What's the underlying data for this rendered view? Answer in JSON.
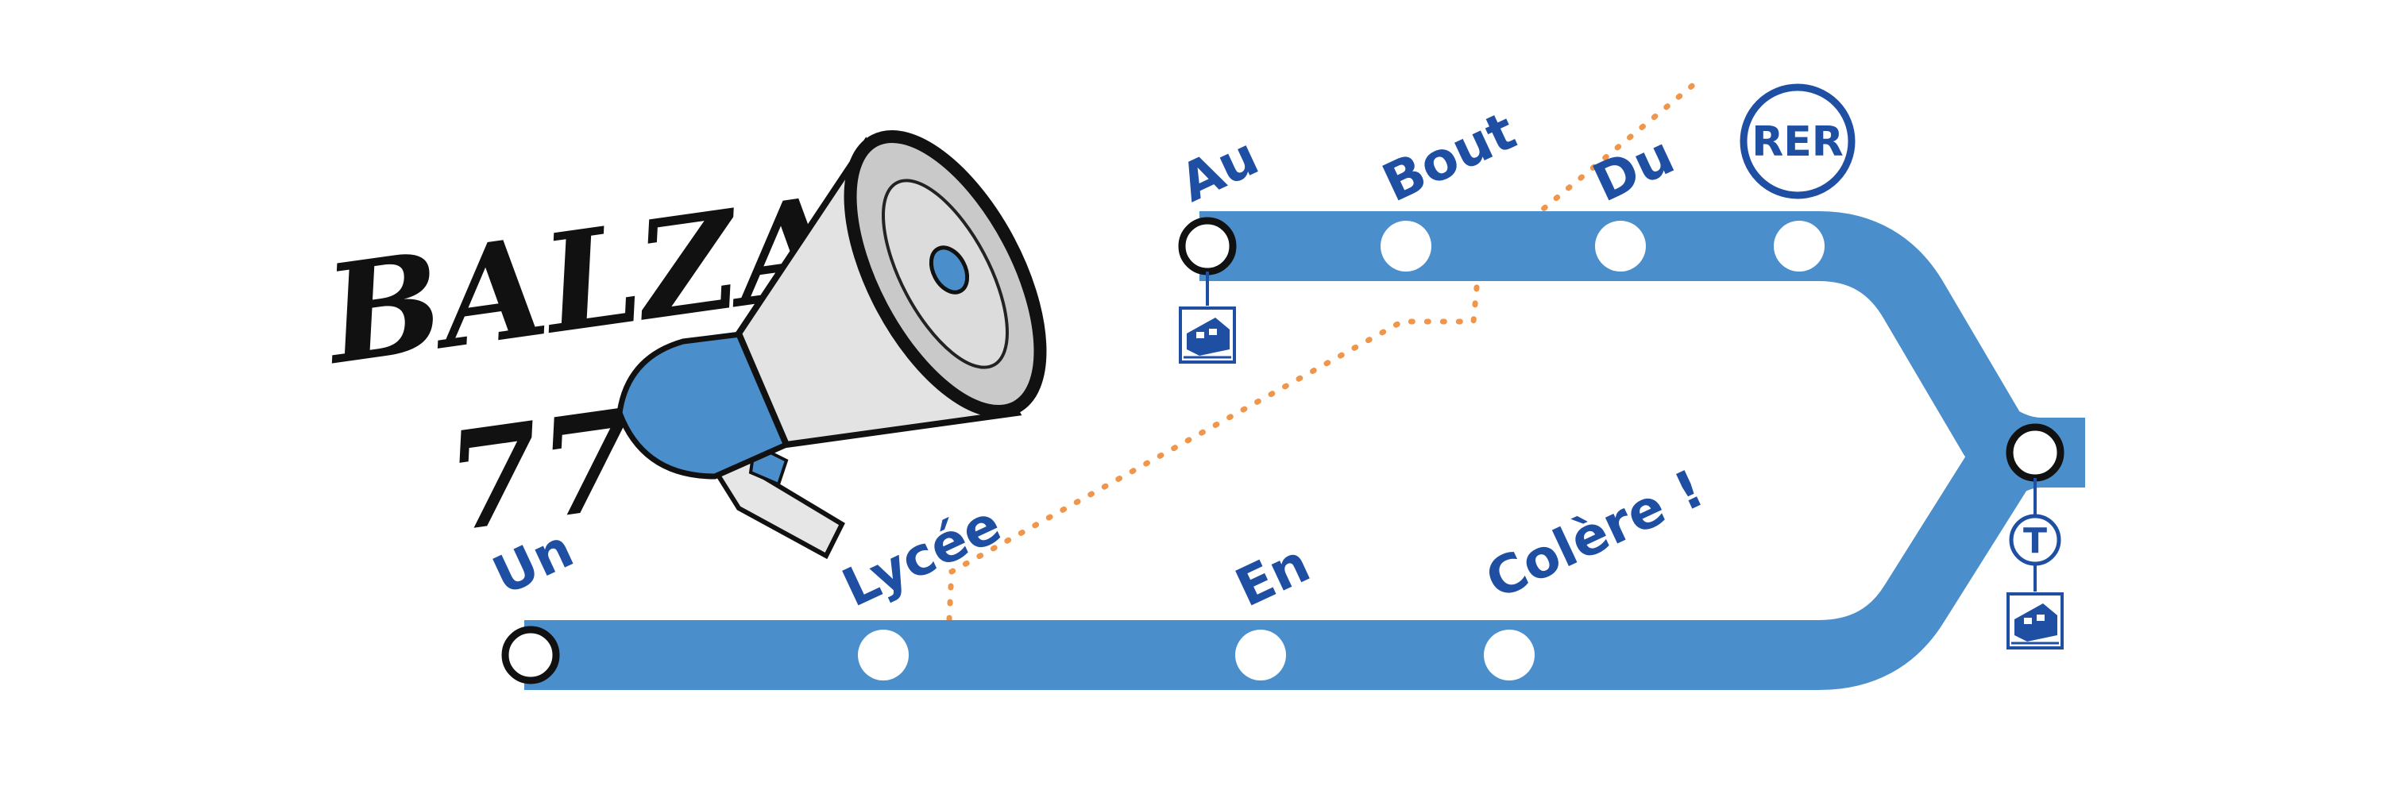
{
  "logo": {
    "line1": "BALZAC",
    "line2": "77"
  },
  "route": {
    "color": "#4a8fcc",
    "accent": "#1f4fa3",
    "dotted_color": "#f0964b"
  },
  "stations": {
    "au": "Au",
    "bout": "Bout",
    "du": "Du",
    "un": "Un",
    "lycee": "Lycée",
    "en": "En",
    "colere": "Colère !"
  },
  "badges": {
    "rer": "RER",
    "tram": "T"
  },
  "icons": [
    "megaphone-icon",
    "train-icon",
    "rer-badge-icon",
    "tram-badge-icon"
  ]
}
